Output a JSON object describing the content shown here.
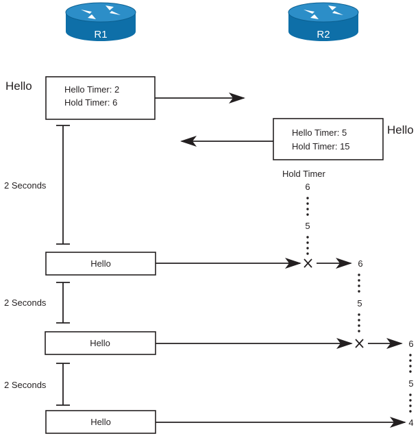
{
  "routers": {
    "r1": {
      "label": "R1"
    },
    "r2": {
      "label": "R2"
    }
  },
  "r1_initial": {
    "side_label": "Hello",
    "hello_timer": "Hello Timer: 2",
    "hold_timer": "Hold Timer: 6"
  },
  "r2_initial": {
    "side_label": "Hello",
    "hello_timer": "Hello Timer: 5",
    "hold_timer": "Hold Timer: 15"
  },
  "intervals": [
    "2 Seconds",
    "2 Seconds",
    "2 Seconds"
  ],
  "hello_boxes": [
    "Hello",
    "Hello",
    "Hello"
  ],
  "hold_timer_caption": "Hold Timer",
  "countdowns": {
    "first": [
      "6",
      "5"
    ],
    "second": [
      "6",
      "5"
    ],
    "third": [
      "6",
      "5",
      "4"
    ]
  },
  "colors": {
    "router_blue": "#0e6fa8",
    "router_top": "#2c8ec8",
    "line": "#231f20"
  }
}
